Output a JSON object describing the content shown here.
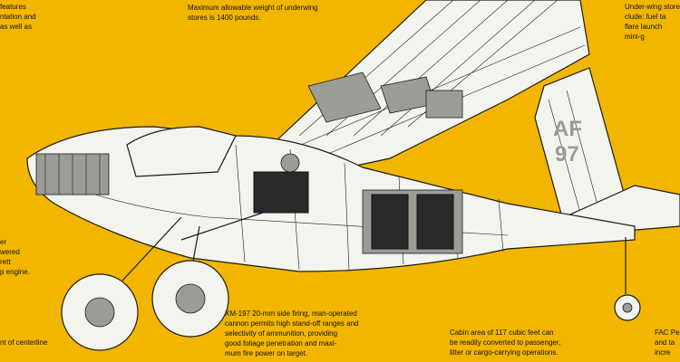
{
  "captions": {
    "top_left": [
      "features",
      "ntation and",
      "as well as"
    ],
    "underwing_weight": [
      "Maximum allowable weight of underwing",
      "stores is 1400 pounds."
    ],
    "top_right": [
      "Under-wing  stores",
      "clude:   fuel  ta",
      "flare launch",
      "mini-g"
    ],
    "left_engine": [
      "er",
      "wered",
      "rett",
      "p engine."
    ],
    "bottom_left": [
      "nt of centerline"
    ],
    "cannon": [
      "XM-197  20-mm  side firing,  man-operated",
      "cannon permits high stand-off ranges and",
      "selectivity of ammunition, providing",
      "good foliage penetration and maxi-",
      "mum fire power on target."
    ],
    "cabin": [
      "Cabin area of 117 cubic feet can",
      "be readily converted to passenger,",
      "litter or cargo-carrying operations."
    ],
    "bottom_right": [
      "FAC Pe",
      "and ta",
      "incre"
    ]
  },
  "aircraft": {
    "tail_marking": "AF",
    "tail_number": "97"
  },
  "colors": {
    "background": "#f2b600",
    "airframe": "#f4f4ee",
    "ink": "#1a1a1a"
  }
}
